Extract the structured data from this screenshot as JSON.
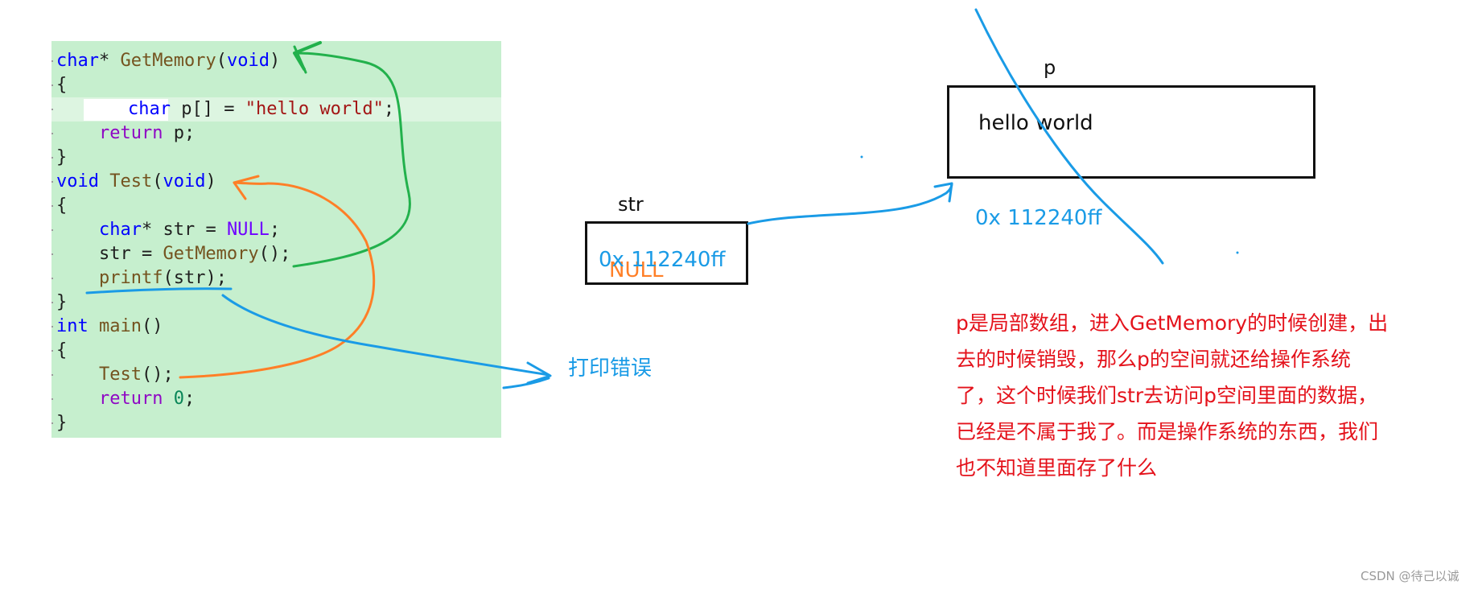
{
  "code": {
    "lines": [
      [
        {
          "t": "char",
          "c": "kw"
        },
        {
          "t": "* ",
          "c": ""
        },
        {
          "t": "GetMemory",
          "c": "fn"
        },
        {
          "t": "(",
          "c": ""
        },
        {
          "t": "void",
          "c": "kw"
        },
        {
          "t": ")",
          "c": ""
        }
      ],
      [
        {
          "t": "{",
          "c": ""
        }
      ],
      [
        {
          "t": "    ",
          "c": ""
        },
        {
          "t": "char",
          "c": "kw"
        },
        {
          "t": " p[] = ",
          "c": ""
        },
        {
          "t": "\"hello world\"",
          "c": "str"
        },
        {
          "t": ";",
          "c": ""
        }
      ],
      [
        {
          "t": "    ",
          "c": ""
        },
        {
          "t": "return",
          "c": "ctl"
        },
        {
          "t": " p;",
          "c": ""
        }
      ],
      [
        {
          "t": "}",
          "c": ""
        }
      ],
      [
        {
          "t": "void",
          "c": "kw"
        },
        {
          "t": " ",
          "c": ""
        },
        {
          "t": "Test",
          "c": "fn"
        },
        {
          "t": "(",
          "c": ""
        },
        {
          "t": "void",
          "c": "kw"
        },
        {
          "t": ")",
          "c": ""
        }
      ],
      [
        {
          "t": "{",
          "c": ""
        }
      ],
      [
        {
          "t": "    ",
          "c": ""
        },
        {
          "t": "char",
          "c": "kw"
        },
        {
          "t": "* str = ",
          "c": ""
        },
        {
          "t": "NULL",
          "c": "mac"
        },
        {
          "t": ";",
          "c": ""
        }
      ],
      [
        {
          "t": "    str = ",
          "c": ""
        },
        {
          "t": "GetMemory",
          "c": "fn"
        },
        {
          "t": "();",
          "c": ""
        }
      ],
      [
        {
          "t": "    ",
          "c": ""
        },
        {
          "t": "printf",
          "c": "fn"
        },
        {
          "t": "(str);",
          "c": ""
        }
      ],
      [
        {
          "t": "}",
          "c": ""
        }
      ],
      [
        {
          "t": "int",
          "c": "kw"
        },
        {
          "t": " ",
          "c": ""
        },
        {
          "t": "main",
          "c": "fn"
        },
        {
          "t": "()",
          "c": ""
        }
      ],
      [
        {
          "t": "{",
          "c": ""
        }
      ],
      [
        {
          "t": "    ",
          "c": ""
        },
        {
          "t": "Test",
          "c": "fn"
        },
        {
          "t": "();",
          "c": ""
        }
      ],
      [
        {
          "t": "    ",
          "c": ""
        },
        {
          "t": "return",
          "c": "ctl"
        },
        {
          "t": " ",
          "c": ""
        },
        {
          "t": "0",
          "c": "num"
        },
        {
          "t": ";",
          "c": ""
        }
      ],
      [
        {
          "t": "}",
          "c": ""
        }
      ]
    ]
  },
  "colors": {
    "panel": "#c6efce",
    "blue_annotation": "#1a9be6",
    "orange_annotation": "#ff7f27",
    "green_arrow": "#22b14c",
    "red_note": "#e4121b"
  },
  "labels": {
    "print_error": "打印错误",
    "str_name": "str",
    "str_value": "0x 112240ff",
    "str_null": "NULL",
    "p_name": "p",
    "p_content": "hello world",
    "p_address": "0x 112240ff"
  },
  "note": {
    "lines": [
      "p是局部数组，进入GetMemory的时候创建，出",
      "去的时候销毁，那么p的空间就还给操作系统",
      "了，这个时候我们str去访问p空间里面的数据，",
      "已经是不属于我了。而是操作系统的东西，我们",
      "也不知道里面存了什么"
    ]
  },
  "watermark": "CSDN @待己以诚"
}
